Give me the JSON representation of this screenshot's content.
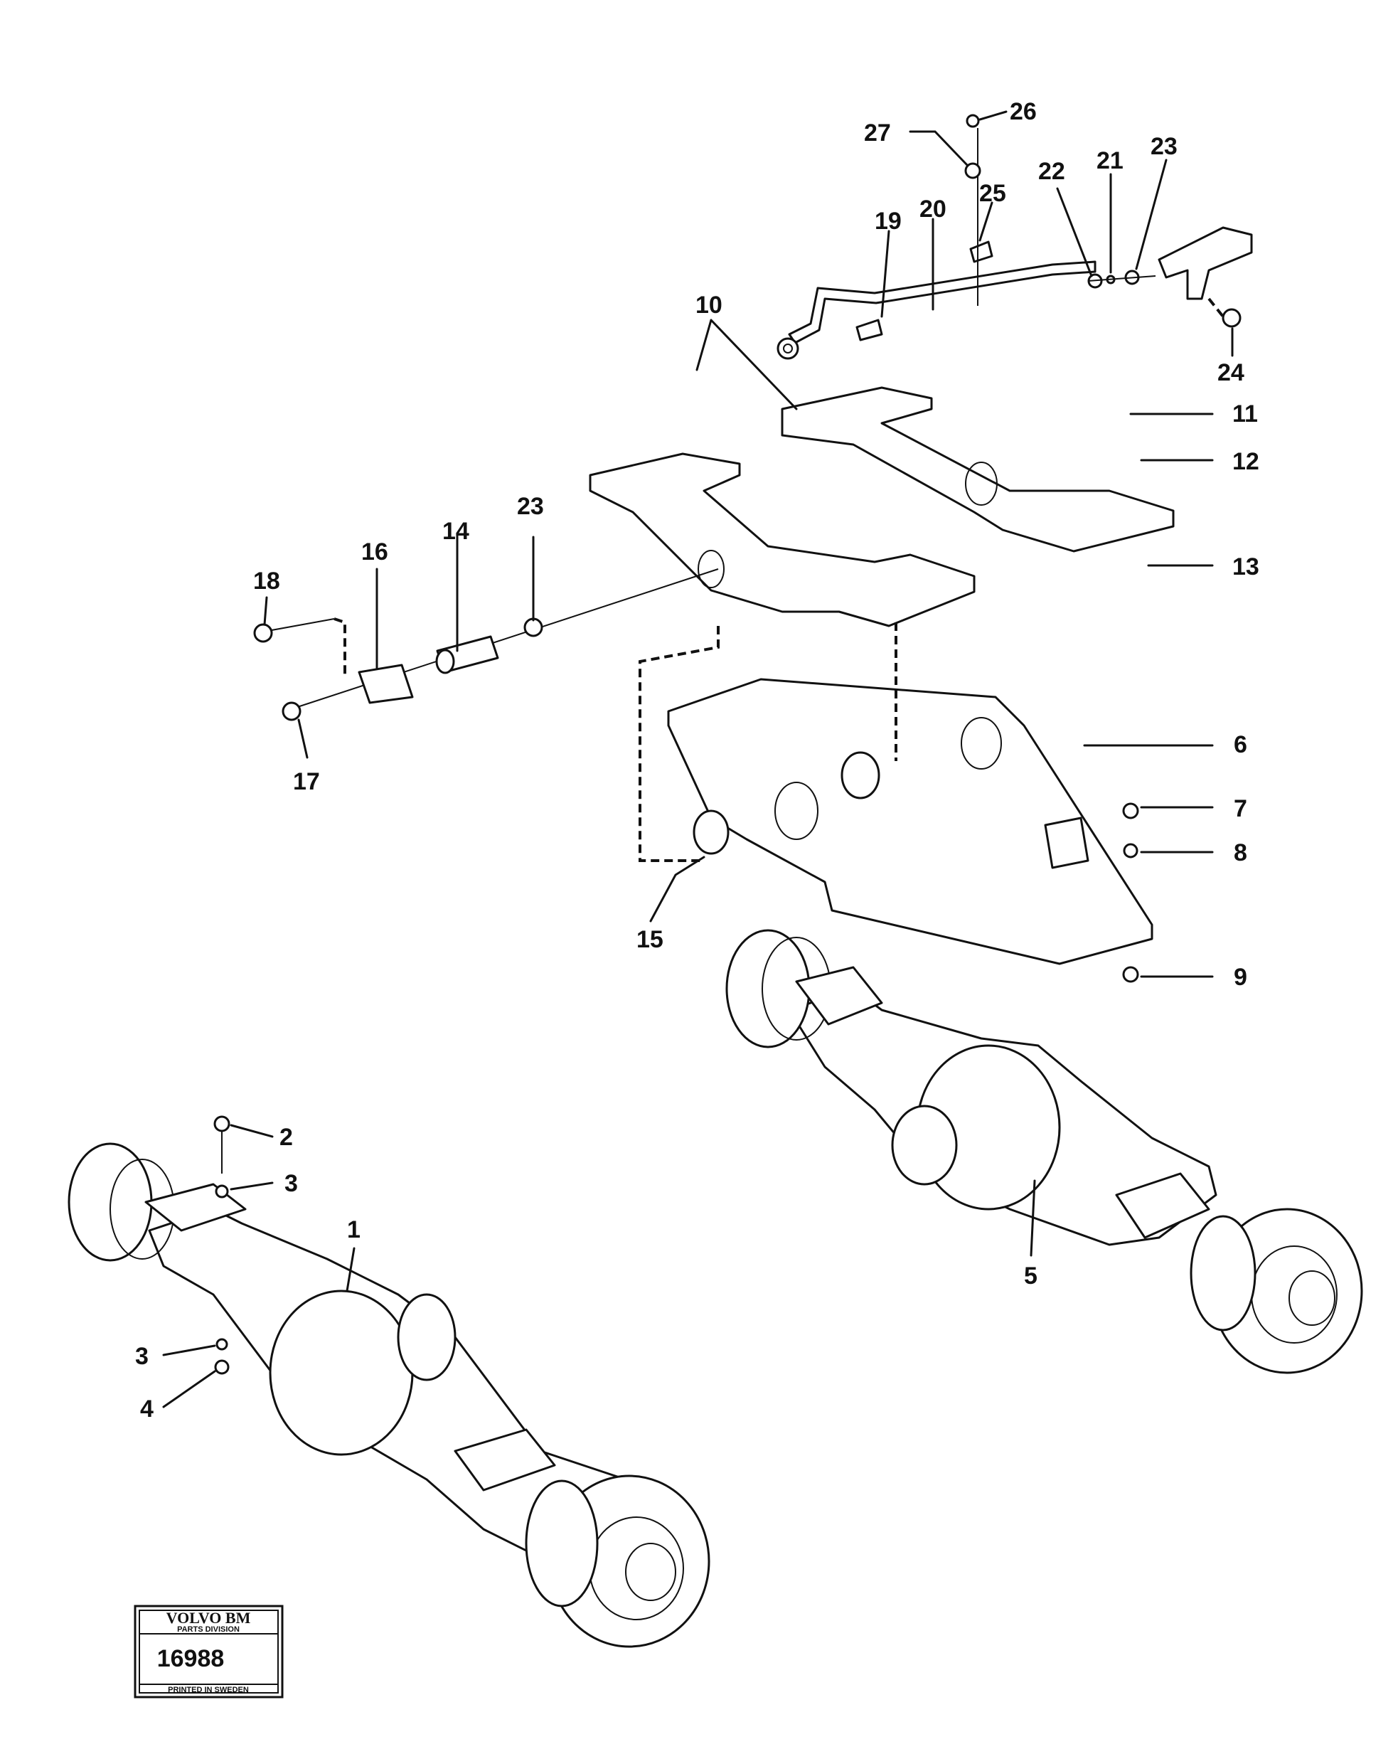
{
  "callouts": {
    "c1": "1",
    "c2": "2",
    "c3a": "3",
    "c3b": "3",
    "c4": "4",
    "c5": "5",
    "c6": "6",
    "c7": "7",
    "c8": "8",
    "c9": "9",
    "c10": "10",
    "c11": "11",
    "c12": "12",
    "c13": "13",
    "c14": "14",
    "c15": "15",
    "c16": "16",
    "c17": "17",
    "c18": "18",
    "c19": "19",
    "c20": "20",
    "c21": "21",
    "c22": "22",
    "c23a": "23",
    "c23b": "23",
    "c24": "24",
    "c25": "25",
    "c26": "26",
    "c27": "27"
  },
  "stamp": {
    "brand": "VOLVO BM",
    "division": "PARTS DIVISION",
    "number": "16988",
    "printed": "PRINTED IN SWEDEN"
  }
}
